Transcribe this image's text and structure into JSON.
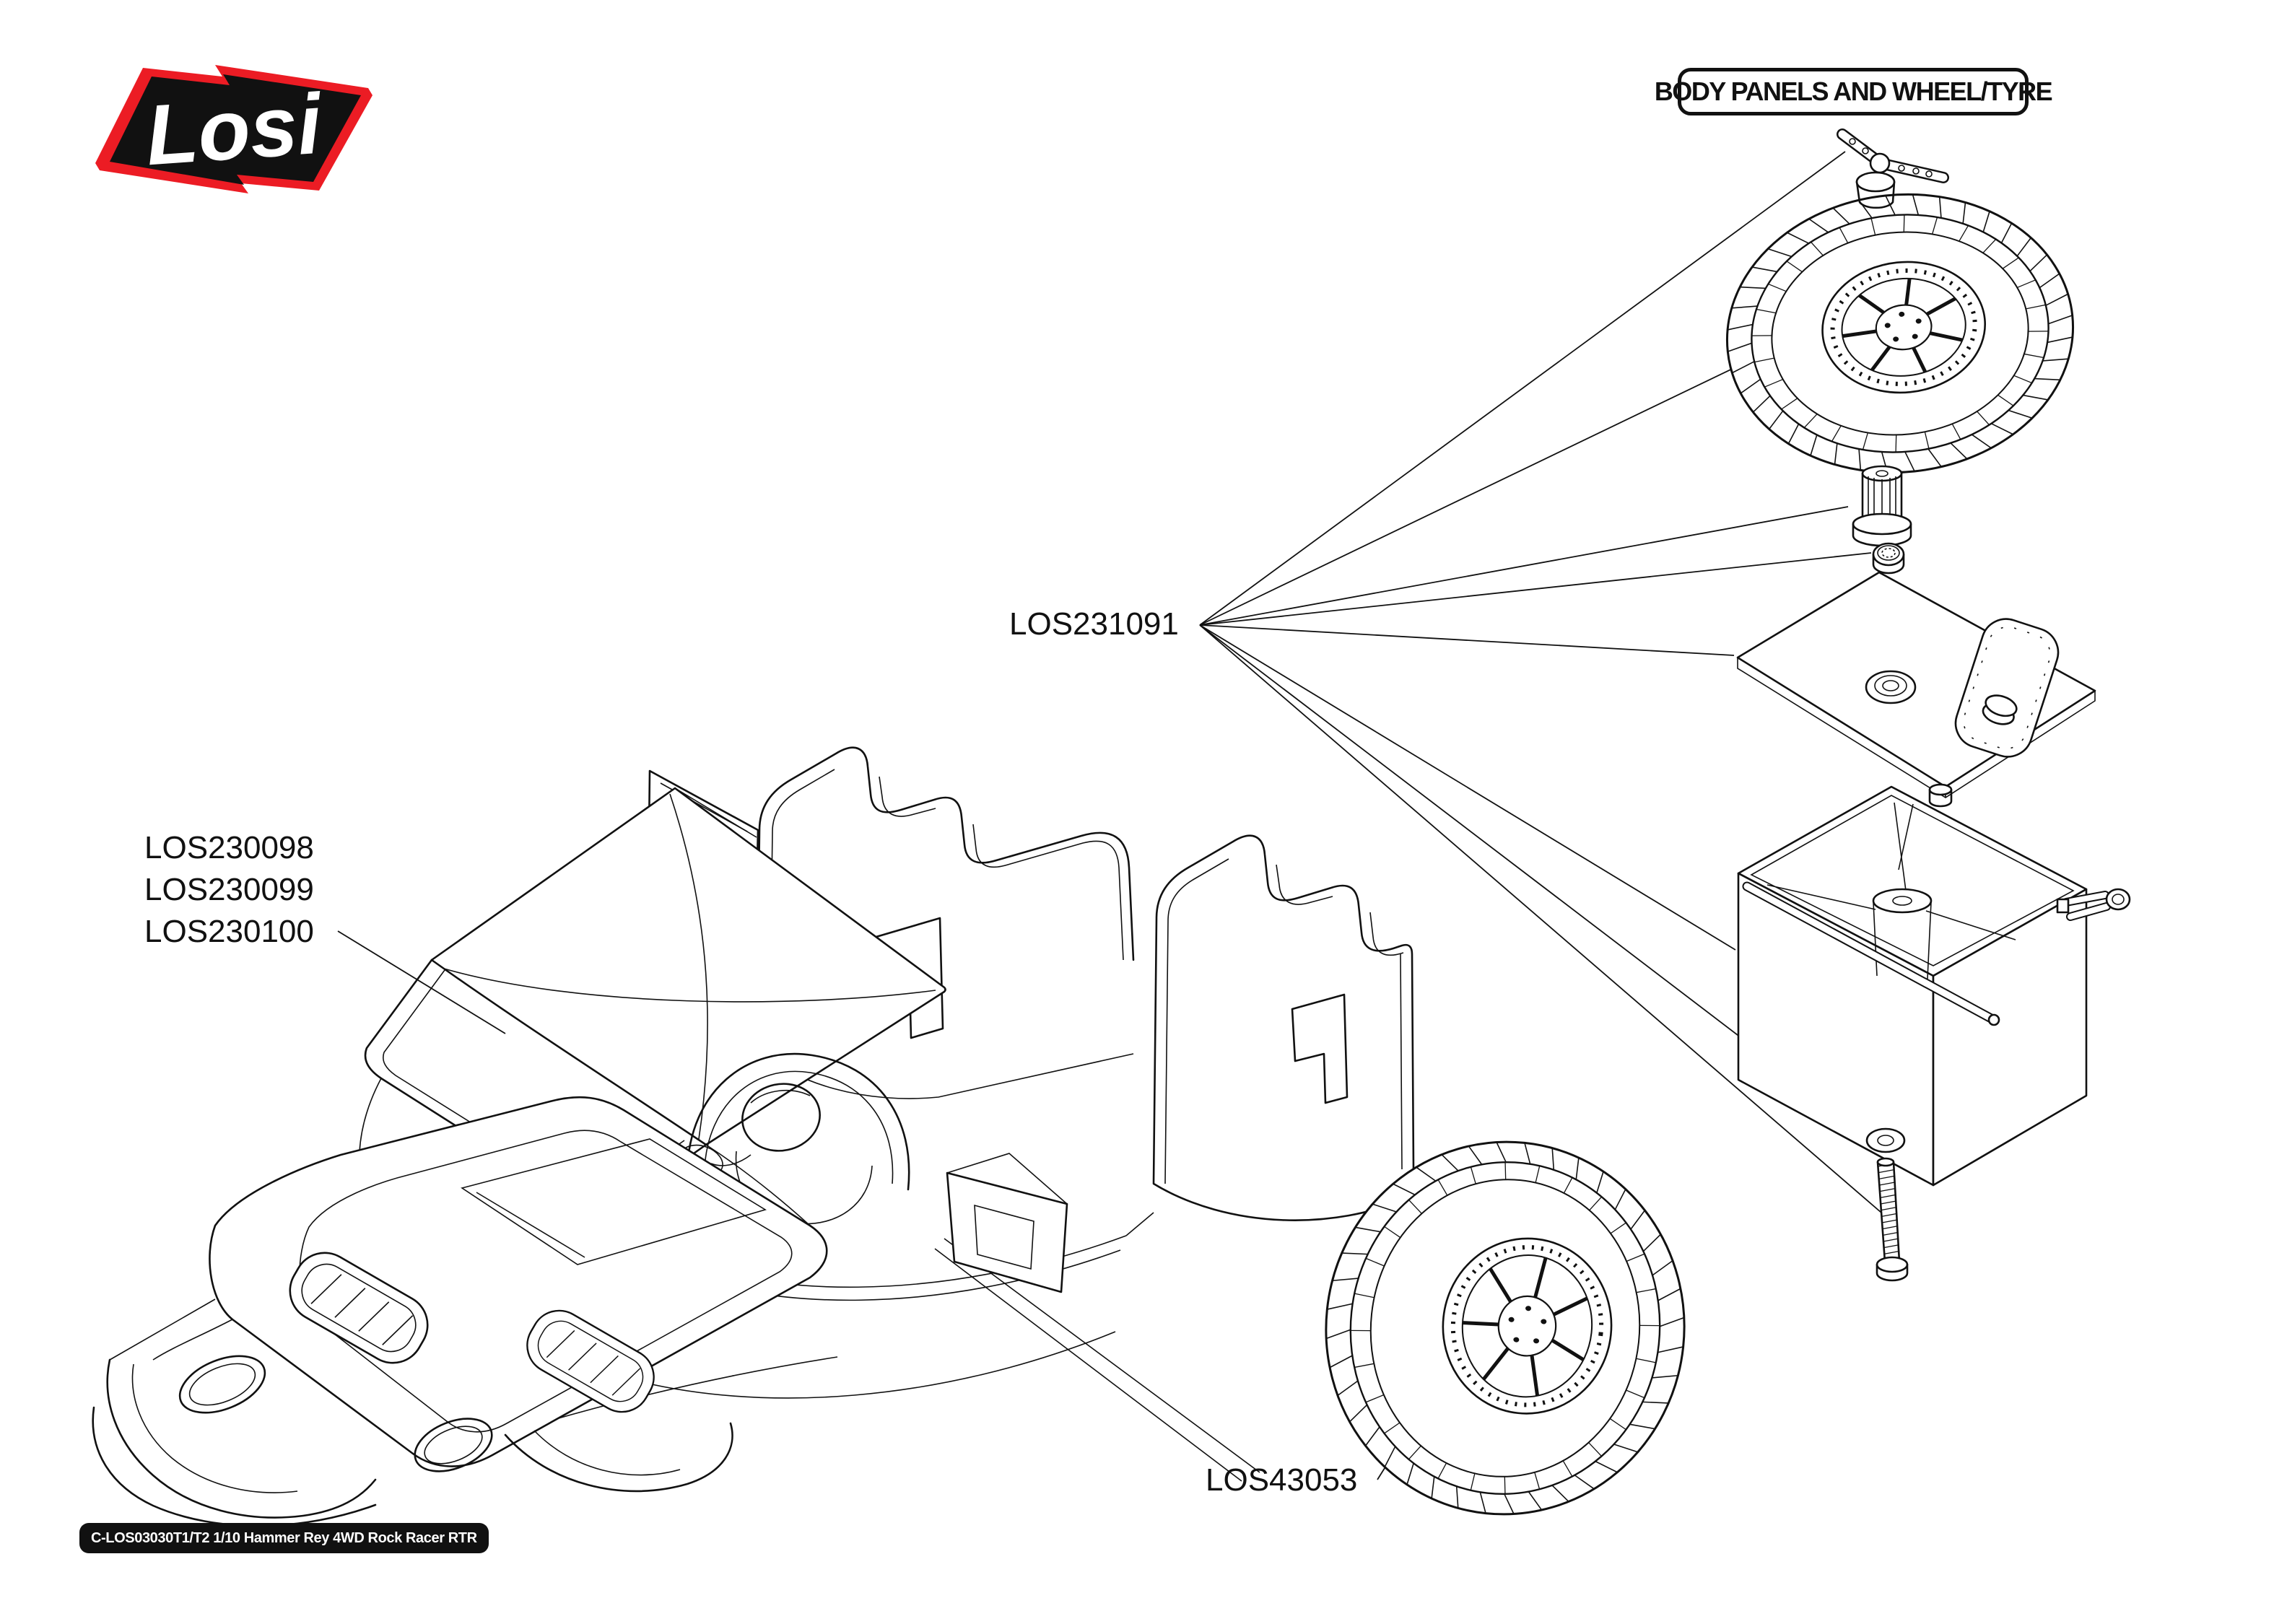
{
  "page": {
    "background": "#ffffff"
  },
  "header": {
    "brand": "Losi",
    "title": "BODY PANELS AND WHEEL/TYRE"
  },
  "callouts": {
    "body_panels": {
      "labels": [
        "LOS230098",
        "LOS230099",
        "LOS230100"
      ],
      "target": "vehicle-body-shell"
    },
    "spare_wheel_mount": {
      "label": "LOS231091",
      "targets": [
        "wing-bolt",
        "spare-wheel-tyre",
        "splined-standoff",
        "lock-nut",
        "mount-lid-panel",
        "mount-box",
        "washer",
        "mount-screw"
      ]
    },
    "wheel_tyre": {
      "label": "LOS43053",
      "target": "front-wheel-tyre"
    }
  },
  "footer": {
    "badge": "C-LOS03030T1/T2 1/10 Hammer Rey 4WD Rock Racer RTR"
  },
  "colors": {
    "ink": "#111111",
    "paper": "#ffffff",
    "brand_red": "#EC1C24",
    "badge_bg": "#111111",
    "badge_text": "#ffffff"
  }
}
